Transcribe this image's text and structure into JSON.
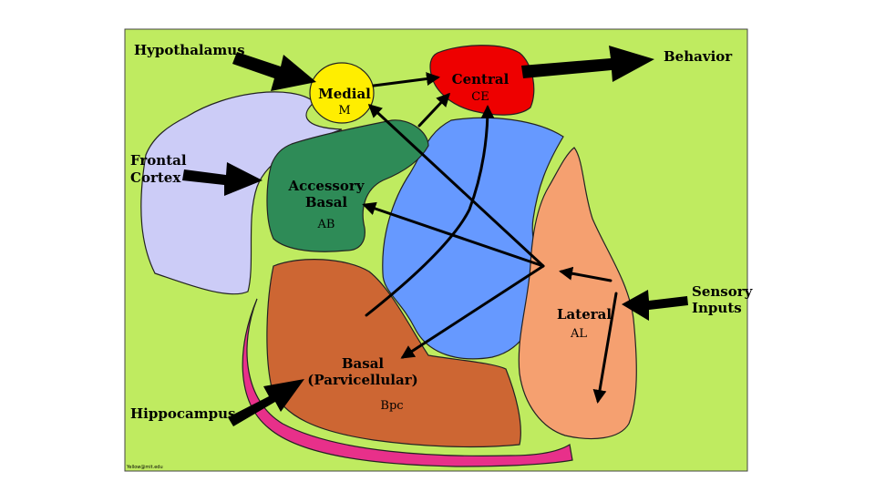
{
  "colors": {
    "background": "#bfeb60",
    "frontal": "#ccccf7",
    "medial": "#ffee00",
    "central": "#ee0000",
    "accessory_basal": "#2e8b57",
    "lateral_blue": "#6699ff",
    "basal": "#cd6633",
    "lateral": "#f5a070",
    "hippocampus": "#e8308a"
  },
  "inputs": {
    "hypothalamus": "Hypothalamus",
    "frontal_line1": "Frontal",
    "frontal_line2": "Cortex",
    "hippocampus": "Hippocampus",
    "sensory_line1": "Sensory",
    "sensory_line2": "Inputs",
    "behavior": "Behavior"
  },
  "nuclei": {
    "medial_name": "Medial",
    "medial_abbr": "M",
    "central_name": "Central",
    "central_abbr": "CE",
    "accessory_line1": "Accessory",
    "accessory_line2": "Basal",
    "accessory_abbr": "AB",
    "lateral_name": "Lateral",
    "lateral_abbr": "AL",
    "basal_line1": "Basal",
    "basal_line2": "(Parvicellular)",
    "basal_abbr": "Bpc"
  },
  "credit": "Yellow@mit.edu"
}
